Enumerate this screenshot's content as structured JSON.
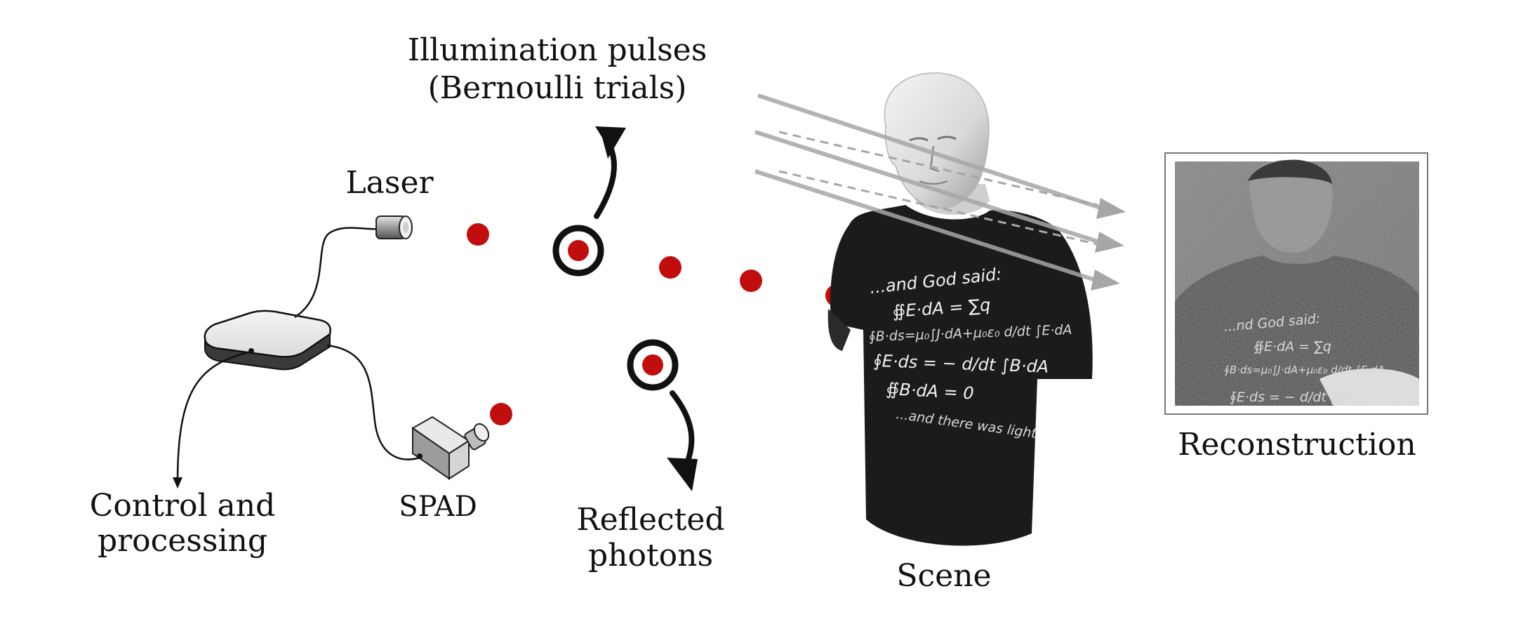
{
  "labels": {
    "illumination_line1": "Illumination pulses",
    "illumination_line2": "(Bernoulli trials)",
    "laser": "Laser",
    "control_line1": "Control and",
    "control_line2": "processing",
    "spad": "SPAD",
    "reflected_line1": "Reflected",
    "reflected_line2": "photons",
    "scene": "Scene",
    "reconstruction": "Reconstruction"
  },
  "shirt_text": {
    "line1": "...and God said:",
    "line2": "∯E·dA = ∑q",
    "line3": "∮B·ds=μ₀∫J·dA+μ₀ε₀ d/dt ∫E·dA",
    "line4": "∮E·ds = − d/dt ∫B·dA",
    "line5": "∯B·dA = 0",
    "line6": "...and there was light"
  },
  "recon_shirt_text": {
    "line1": "...nd God said:",
    "line2": "∯E·dA = ∑q",
    "line3": "∮B·ds=μ₀∫J·dA+μ₀ε₀ d/dt ∫E·dA",
    "line4": "∮E·ds = − d/dt ∫B·"
  },
  "colors": {
    "photon": "#c10d0d",
    "ray": "#a6a6a6",
    "shirt": "#1b1b1b"
  }
}
